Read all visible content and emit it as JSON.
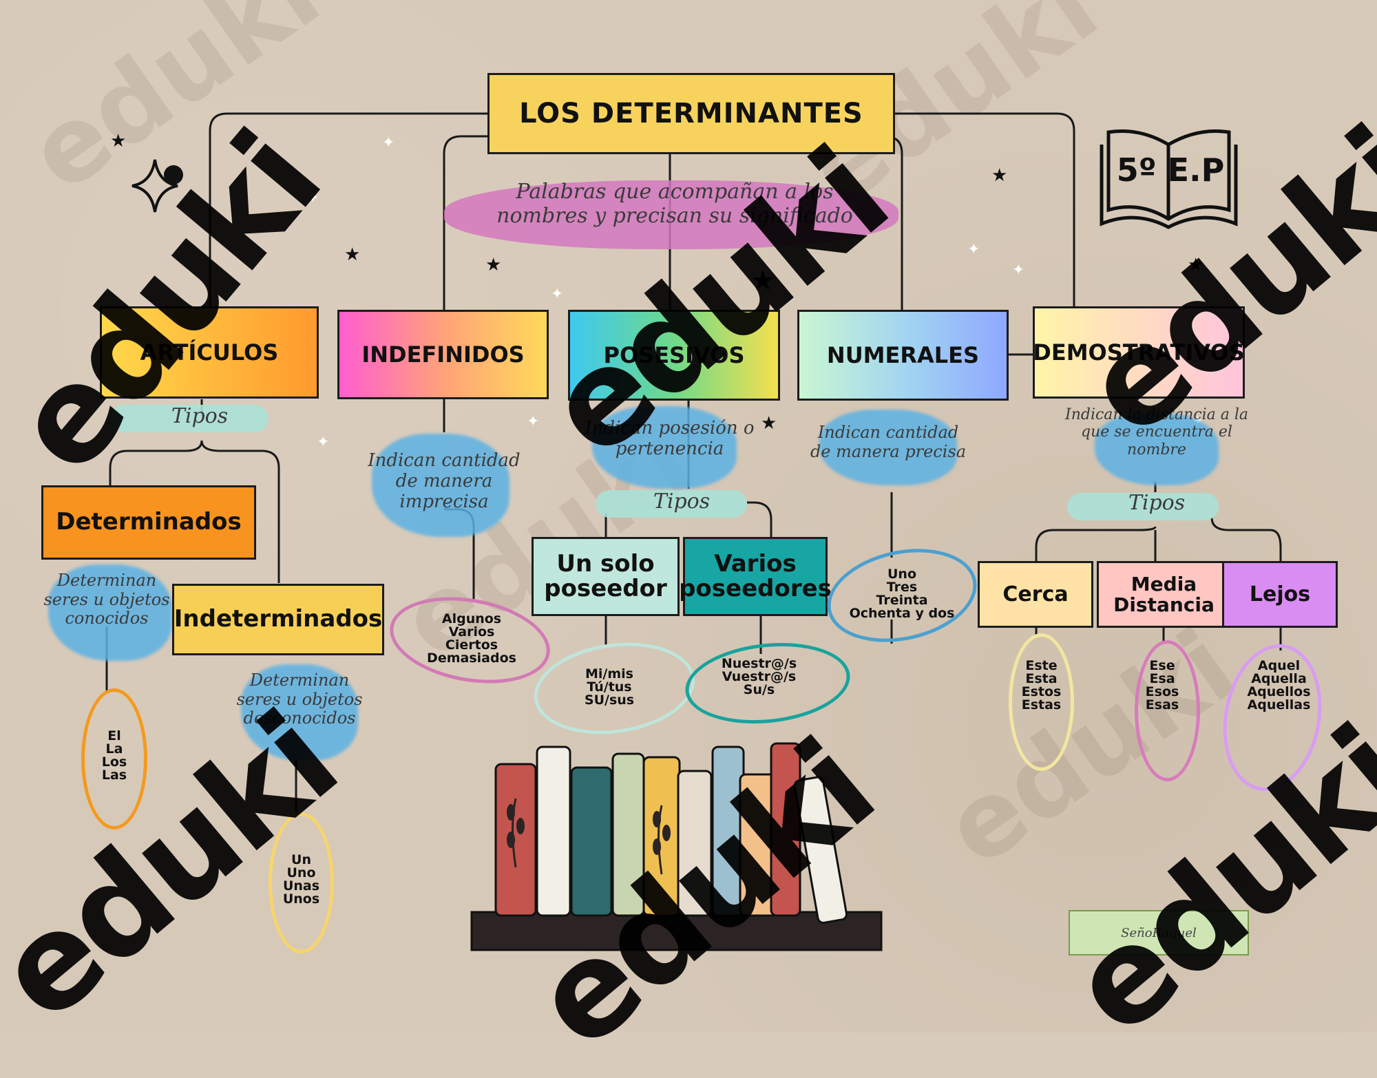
{
  "title": "LOS DETERMINANTES",
  "definition": "Palabras que acompañan a los nombres y precisan su significado",
  "level": "5º E.P",
  "watermark": "eduki",
  "author": "SeñoRaquel",
  "categories": {
    "articulos": {
      "label": "ARTÍCULOS",
      "tipos": "Tipos",
      "determinados": {
        "label": "Determinados",
        "note": "Determinan seres u objetos conocidos",
        "words": [
          "El",
          "La",
          "Los",
          "Las"
        ]
      },
      "indeterminados": {
        "label": "Indeterminados",
        "note": "Determinan seres u objetos desconocidos",
        "words": [
          "Un",
          "Uno",
          "Unas",
          "Unos"
        ]
      }
    },
    "indefinidos": {
      "label": "INDEFINIDOS",
      "note": "Indican cantidad de manera imprecisa",
      "words": [
        "Algunos",
        "Varios",
        "Ciertos",
        "Demasiados"
      ]
    },
    "posesivos": {
      "label": "POSESIVOS",
      "note": "Indican posesión o pertenencia",
      "tipos": "Tipos",
      "uno": {
        "label": "Un solo poseedor",
        "words": [
          "Mi/mis",
          "Tú/tus",
          "SU/sus"
        ]
      },
      "varios": {
        "label": "Varios poseedores",
        "words": [
          "Nuestr@/s",
          "Vuestr@/s",
          "Su/s"
        ]
      }
    },
    "numerales": {
      "label": "NUMERALES",
      "note": "Indican cantidad de manera precisa",
      "words": [
        "Uno",
        "Tres",
        "Treinta",
        "Ochenta y dos"
      ]
    },
    "demostrativos": {
      "label": "DEMOSTRATIVOS",
      "note": "Indican la distancia a la que se encuentra el nombre",
      "tipos": "Tipos",
      "cerca": {
        "label": "Cerca",
        "words": [
          "Este",
          "Esta",
          "Estos",
          "Estas"
        ]
      },
      "media": {
        "label": "Media Distancia",
        "words": [
          "Ese",
          "Esa",
          "Esos",
          "Esas"
        ]
      },
      "lejos": {
        "label": "Lejos",
        "words": [
          "Aquel",
          "Aquella",
          "Aquellos",
          "Aquellas"
        ]
      }
    }
  },
  "colors": {
    "title": "#f7d35e",
    "blue_wash": "#5cb2e4",
    "pink_wash": "#d478be",
    "mint_wash": "#aae1d7",
    "orange": "#f39a1e",
    "yellow": "#f7cf55",
    "teal": "#17a6a3",
    "peach": "#ffe1a4",
    "rose": "#ffc2c0",
    "lilac": "#d98cf1"
  }
}
